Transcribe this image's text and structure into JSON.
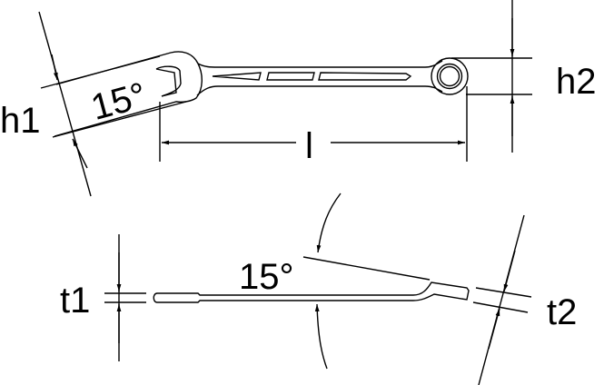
{
  "diagram": {
    "subject": "combination wrench technical drawing",
    "top_view": {
      "labels": {
        "h1": "h1",
        "h2": "h2",
        "length": "l",
        "angle": "15°"
      }
    },
    "side_view": {
      "labels": {
        "t1": "t1",
        "t2": "t2",
        "angle": "15°"
      }
    },
    "colors": {
      "stroke": "#000000",
      "background": "#ffffff"
    }
  }
}
